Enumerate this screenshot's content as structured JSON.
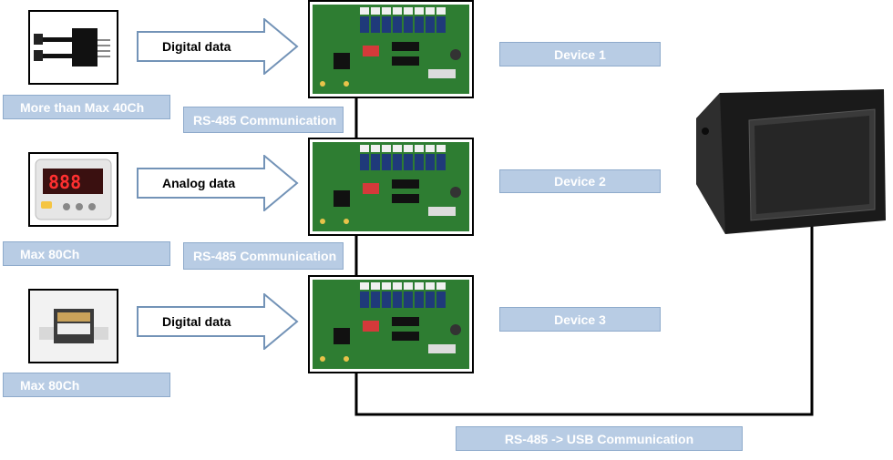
{
  "sensors": [
    {
      "label": "More than Max 40Ch",
      "arrow": "Digital data",
      "icon": "flow-sensor-icon"
    },
    {
      "label": "Max 80Ch",
      "arrow": "Analog data",
      "icon": "pressure-gauge-icon"
    },
    {
      "label": "Max 80Ch",
      "arrow": "Digital data",
      "icon": "current-sensor-icon"
    }
  ],
  "devices": [
    "Device 1",
    "Device 2",
    "Device 3"
  ],
  "links": [
    "RS-485 Communication",
    "RS-485 Communication"
  ],
  "usb_link": "RS-485 -> USB Communication",
  "colors": {
    "label_fill": "#b8cce4",
    "label_border": "#8eaacb",
    "board_green": "#2e7d32"
  }
}
